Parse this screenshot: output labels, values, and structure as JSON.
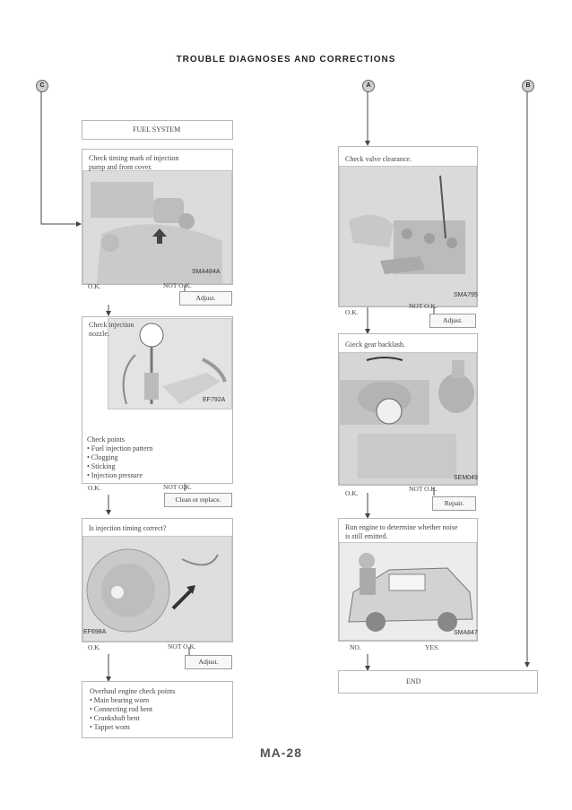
{
  "header": {
    "title": "TROUBLE DIAGNOSES AND CORRECTIONS"
  },
  "connectors": {
    "a": "A",
    "b": "B",
    "c": "C"
  },
  "left": {
    "fuel_system": "FUEL SYSTEM",
    "timing_check": {
      "text": "Check timing mark of injection\npump and front cover.",
      "photo_code": "SMA484A",
      "ok": "O.K.",
      "not_ok": "NOT O.K.",
      "action": "Adjust."
    },
    "nozzle_check": {
      "text": "Check injection\nnozzle.",
      "photo_code": "EF792A",
      "points": "Check points\n• Fuel injection pattern\n• Clogging\n• Sticking\n• Injection pressure",
      "ok": "O.K.",
      "not_ok": "NOT O.K.",
      "action": "Clean or replace."
    },
    "timing_correct": {
      "text": "Is injection timing correct?",
      "photo_code": "EF698A",
      "ok": "O.K.",
      "not_ok": "NOT O.K.",
      "action": "Adjust."
    },
    "overhaul": {
      "text": "Overhaul engine check points\n• Main bearing worn\n• Connecting rod bent\n• Crankshaft bent\n• Tappet worn"
    }
  },
  "right": {
    "valve_check": {
      "text": "Check valve clearance.",
      "photo_code": "SMA795",
      "ok": "O.K.",
      "not_ok": "NOT O.K.",
      "action": "Adjust."
    },
    "backlash_check": {
      "text": "Gieck gear backlash.",
      "photo_code": "SEM049",
      "ok": "O.K.",
      "not_ok": "NOT O.K.",
      "action": "Repair."
    },
    "run_engine": {
      "text": "Run engine to determine whether noise\nis still emitted.",
      "photo_code": "SMA847",
      "no": "NO.",
      "yes": "YES."
    },
    "end": "END"
  },
  "footer": {
    "page": "MA-28"
  }
}
